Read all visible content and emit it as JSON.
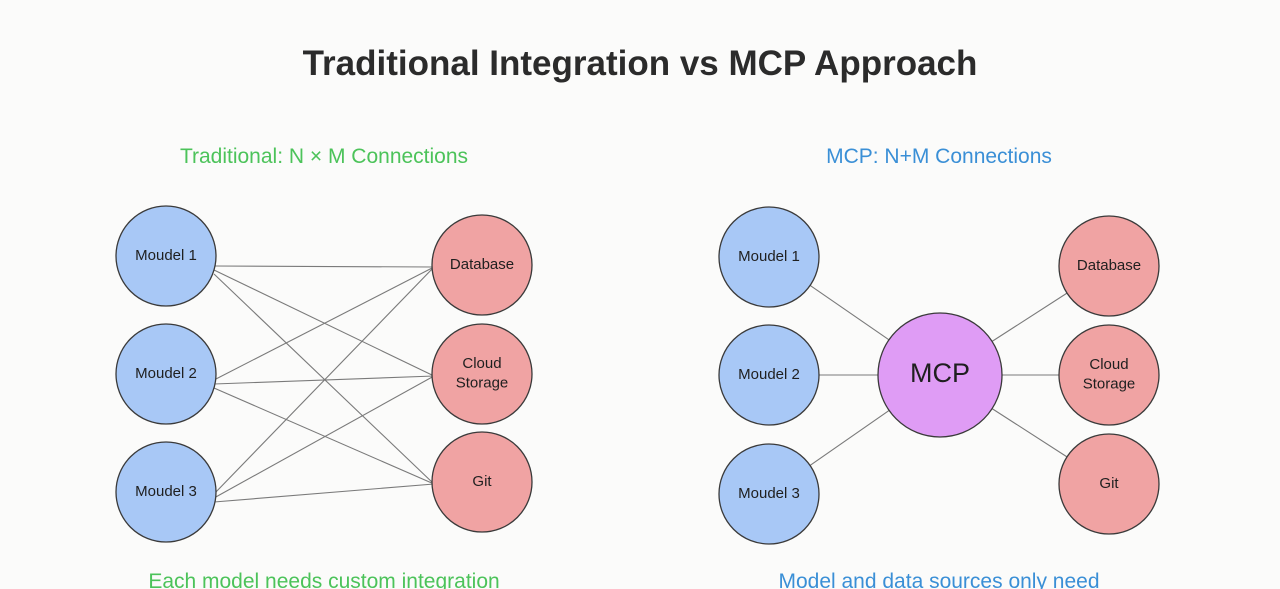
{
  "title": "Traditional Integration vs MCP Approach",
  "traditional": {
    "heading": "Traditional: N × M Connections",
    "caption": "Each model needs custom integration",
    "models": [
      "Moudel 1",
      "Moudel 2",
      "Moudel 3"
    ],
    "sources": [
      "Database",
      "Cloud\nStorage",
      "Git"
    ]
  },
  "mcp": {
    "heading": "MCP: N+M Connections",
    "caption": "Model and data sources only need",
    "hub": "MCP",
    "models": [
      "Moudel 1",
      "Moudel 2",
      "Moudel 3"
    ],
    "sources": [
      "Database",
      "Cloud\nStorage",
      "Git"
    ]
  },
  "colors": {
    "model_fill": "#a8c8f6",
    "source_fill": "#f0a3a3",
    "hub_fill": "#df9cf5",
    "stroke": "#3a3a3a",
    "line": "#7a7a7a",
    "traditional_text": "#4cc35a",
    "mcp_text": "#3a8fd6"
  }
}
